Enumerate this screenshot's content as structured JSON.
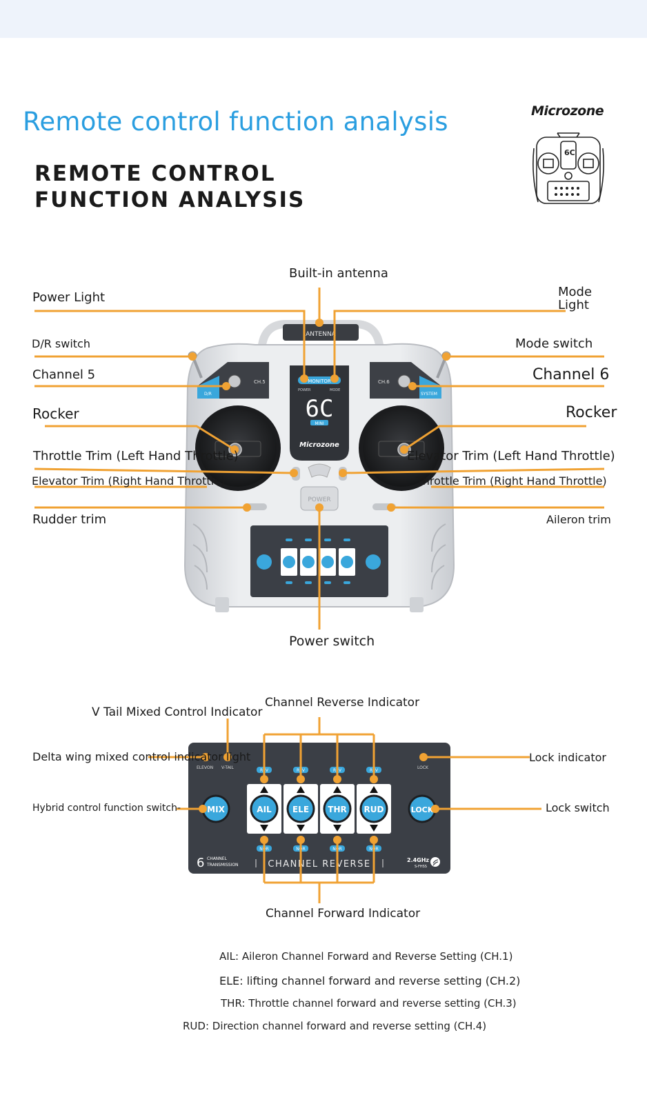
{
  "header": {
    "title_en": "Remote control function analysis",
    "title_caps": "REMOTE CONTROL FUNCTION ANALYSIS",
    "brand": "Microzone"
  },
  "transmitter": {
    "antenna_label": "ANTENNA",
    "monitor": "MONITOR",
    "power_small": "POWER",
    "mode_small": "MODE",
    "model": "6C",
    "sub_model": "MINI",
    "brand": "Microzone",
    "power_btn": "POWER",
    "ch5": "CH.5",
    "ch6": "CH.6",
    "dr": "D/R",
    "system": "SYSTEM"
  },
  "callouts_top": {
    "antenna": "Built-in antenna",
    "power_light": "Power Light",
    "mode_light": "Mode\nLight",
    "dr_switch": "D/R switch",
    "mode_switch": "Mode switch",
    "channel5": "Channel 5",
    "channel6": "Channel 6",
    "rocker_left": "Rocker",
    "rocker_right": "Rocker",
    "throttle_trim_left": "Throttle Trim (Left Hand Throttle)",
    "elevator_trim_left": "Elevator Trim (Left Hand Throttle)",
    "elevator_trim_right": "Elevator Trim (Right Hand Throttle)",
    "throttle_trim_right": "Throttle Trim (Right Hand Throttle)",
    "rudder_trim": "Rudder trim",
    "aileron_trim": "Aileron trim",
    "power_switch": "Power switch"
  },
  "panel": {
    "elevon": "ELEVON",
    "vtail": "V-TAIL",
    "lock_small": "LOCK",
    "rev": "REV",
    "nor": "NOR",
    "mix": "MIX",
    "lock": "LOCK",
    "channels": [
      "AIL",
      "ELE",
      "THR",
      "RUD"
    ],
    "six": "6",
    "channel_word": "CHANNEL",
    "transmission": "TRANSMISSION",
    "channel_reverse": "CHANNEL REVERSE",
    "freq": "2.4GHz",
    "fhss": "S-FHSS"
  },
  "callouts_panel": {
    "vtail_indicator": "V Tail Mixed Control Indicator",
    "reverse_indicator": "Channel Reverse Indicator",
    "delta_indicator": "Delta wing mixed control indicator light",
    "lock_indicator": "Lock indicator",
    "hybrid_switch": "Hybrid control function switch-",
    "lock_switch": "Lock switch",
    "forward_indicator": "Channel Forward Indicator"
  },
  "footnotes": [
    "AIL: Aileron Channel Forward and Reverse Setting (CH.1)",
    "ELE: lifting channel forward and reverse setting (CH.2)",
    "THR: Throttle channel forward and reverse setting (CH.3)",
    "RUD: Direction channel forward and reverse setting (CH.4)"
  ],
  "colors": {
    "accent_blue": "#2a9ee0",
    "leader_orange": "#f0a233",
    "panel_dark": "#3b3f46",
    "button_blue": "#3aa7dc",
    "body_gray": "#e3e5e8"
  }
}
